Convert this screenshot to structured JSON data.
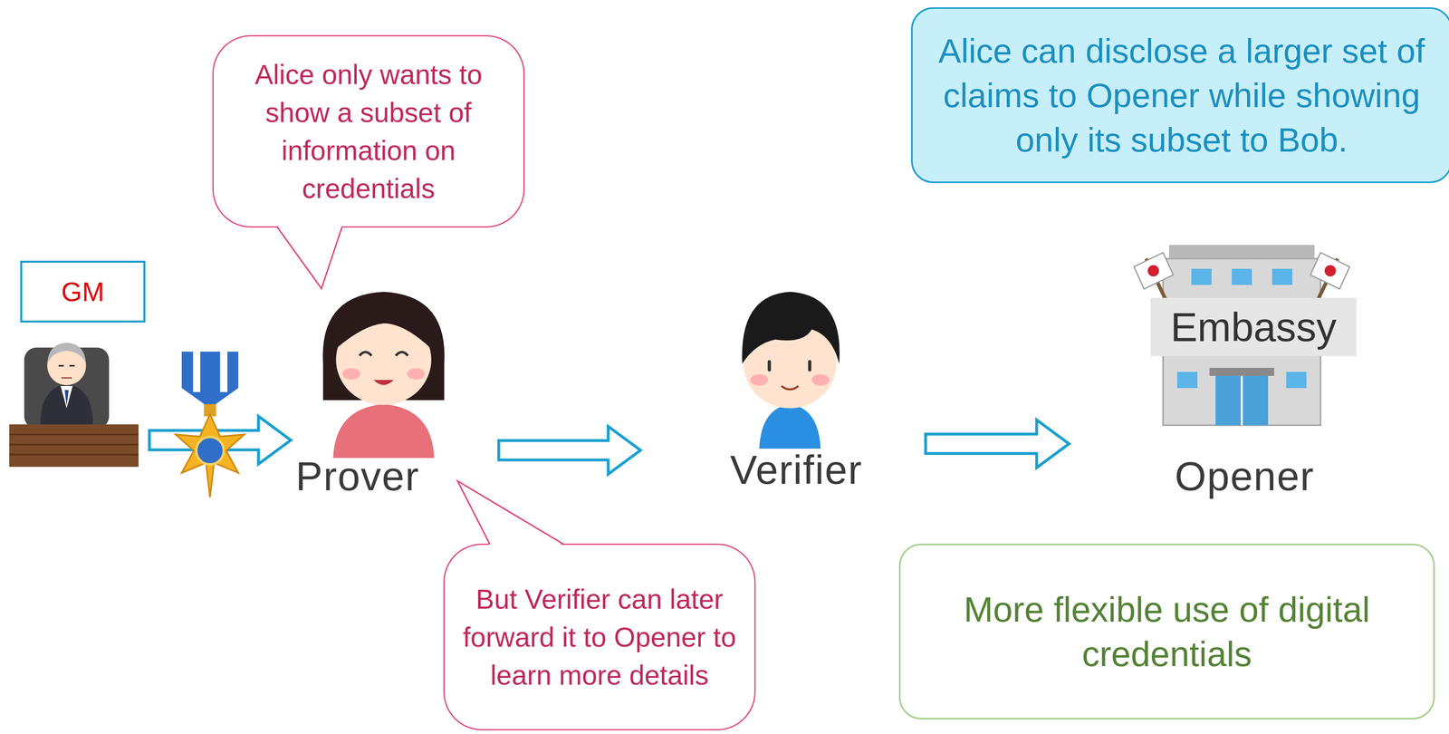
{
  "diagram": {
    "nodes": [
      {
        "text": [
          "Alice only wants to show a subset of information on credentials"
        ]
      },
      {
        "text": [
          "Alice can disclose a larger set of claims to Opener while showing only its subset to Bob."
        ]
      },
      {
        "text": [
          "GM"
        ]
      },
      {
        "text": [
          "Embassy"
        ]
      },
      {
        "text": [
          "But Verifier can later forward it to Opener to learn more details"
        ]
      },
      {
        "text": [
          "More flexible use of digital credentials"
        ]
      }
    ],
    "labels": [
      "Prover",
      "Verifier",
      "Opener"
    ]
  }
}
